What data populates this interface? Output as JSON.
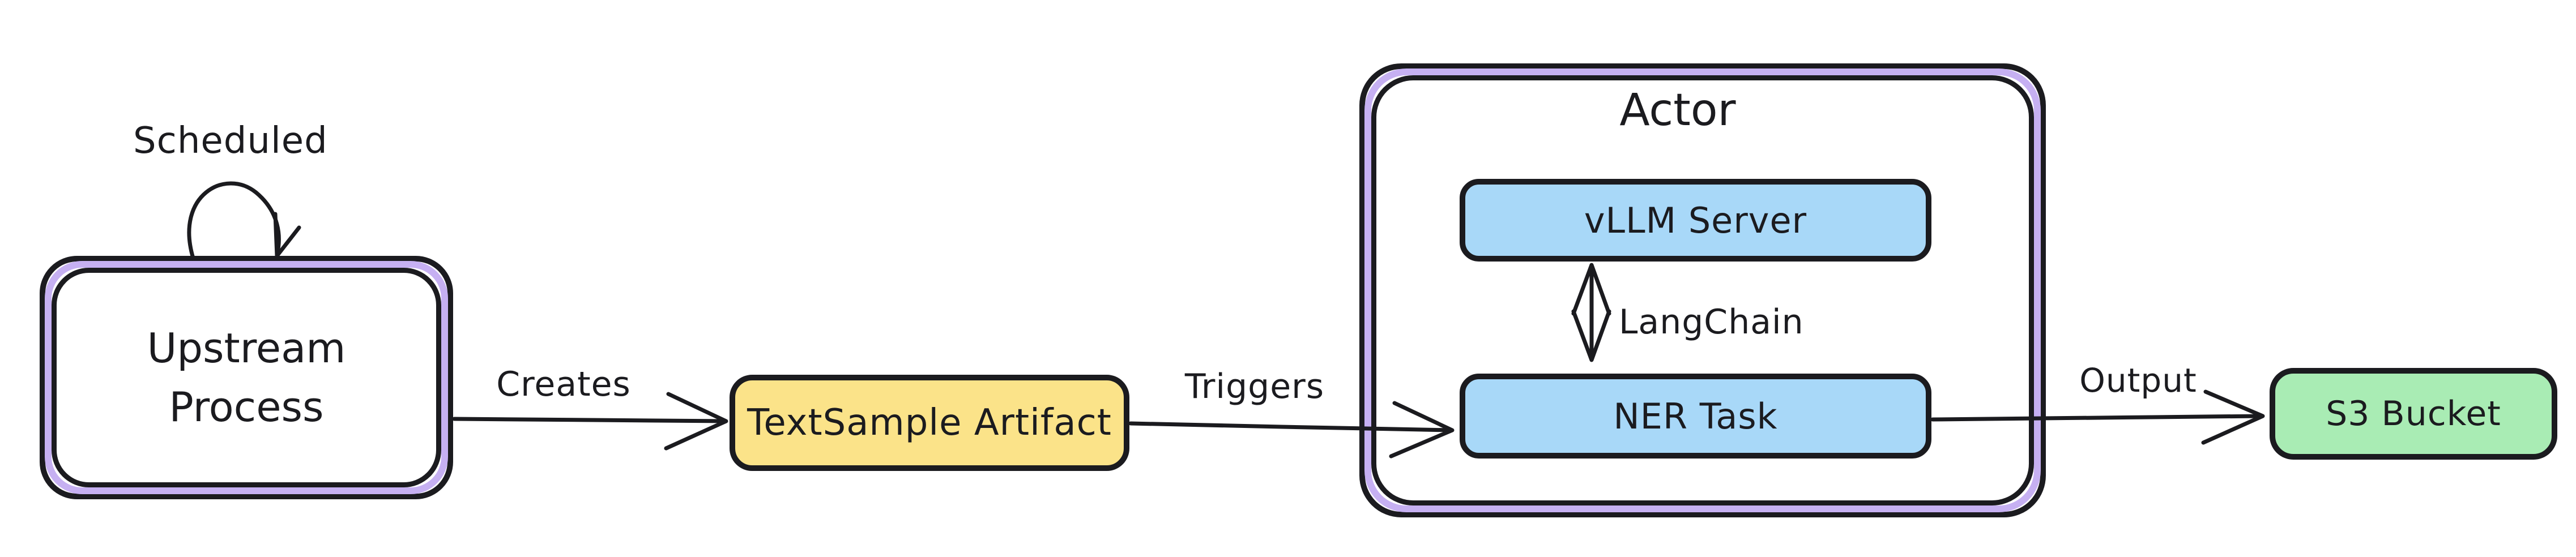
{
  "diagram": {
    "background": "#ffffff",
    "ink_color": "#1b1b1f",
    "container_accent_color": "#c6b0f2"
  },
  "nodes": {
    "upstream": {
      "label": "Upstream Process",
      "fill": "#ffffff"
    },
    "textsample": {
      "label": "TextSample Artifact",
      "fill": "#fbe389"
    },
    "actor": {
      "label": "Actor",
      "fill": "#ffffff"
    },
    "vllm": {
      "label": "vLLM Server",
      "fill": "#a8d8f8"
    },
    "ner": {
      "label": "NER Task",
      "fill": "#a8d8f8"
    },
    "s3": {
      "label": "S3 Bucket",
      "fill": "#a9ecb4"
    }
  },
  "edges": {
    "scheduled": {
      "label": "Scheduled",
      "from": "upstream",
      "to": "upstream",
      "style": "self-loop"
    },
    "creates": {
      "label": "Creates",
      "from": "upstream",
      "to": "textsample",
      "style": "arrow"
    },
    "triggers": {
      "label": "Triggers",
      "from": "textsample",
      "to": "ner",
      "style": "arrow"
    },
    "langchain": {
      "label": "LangChain",
      "from": "vllm",
      "to": "ner",
      "style": "double-arrow"
    },
    "output": {
      "label": "Output",
      "from": "ner",
      "to": "s3",
      "style": "arrow"
    }
  }
}
